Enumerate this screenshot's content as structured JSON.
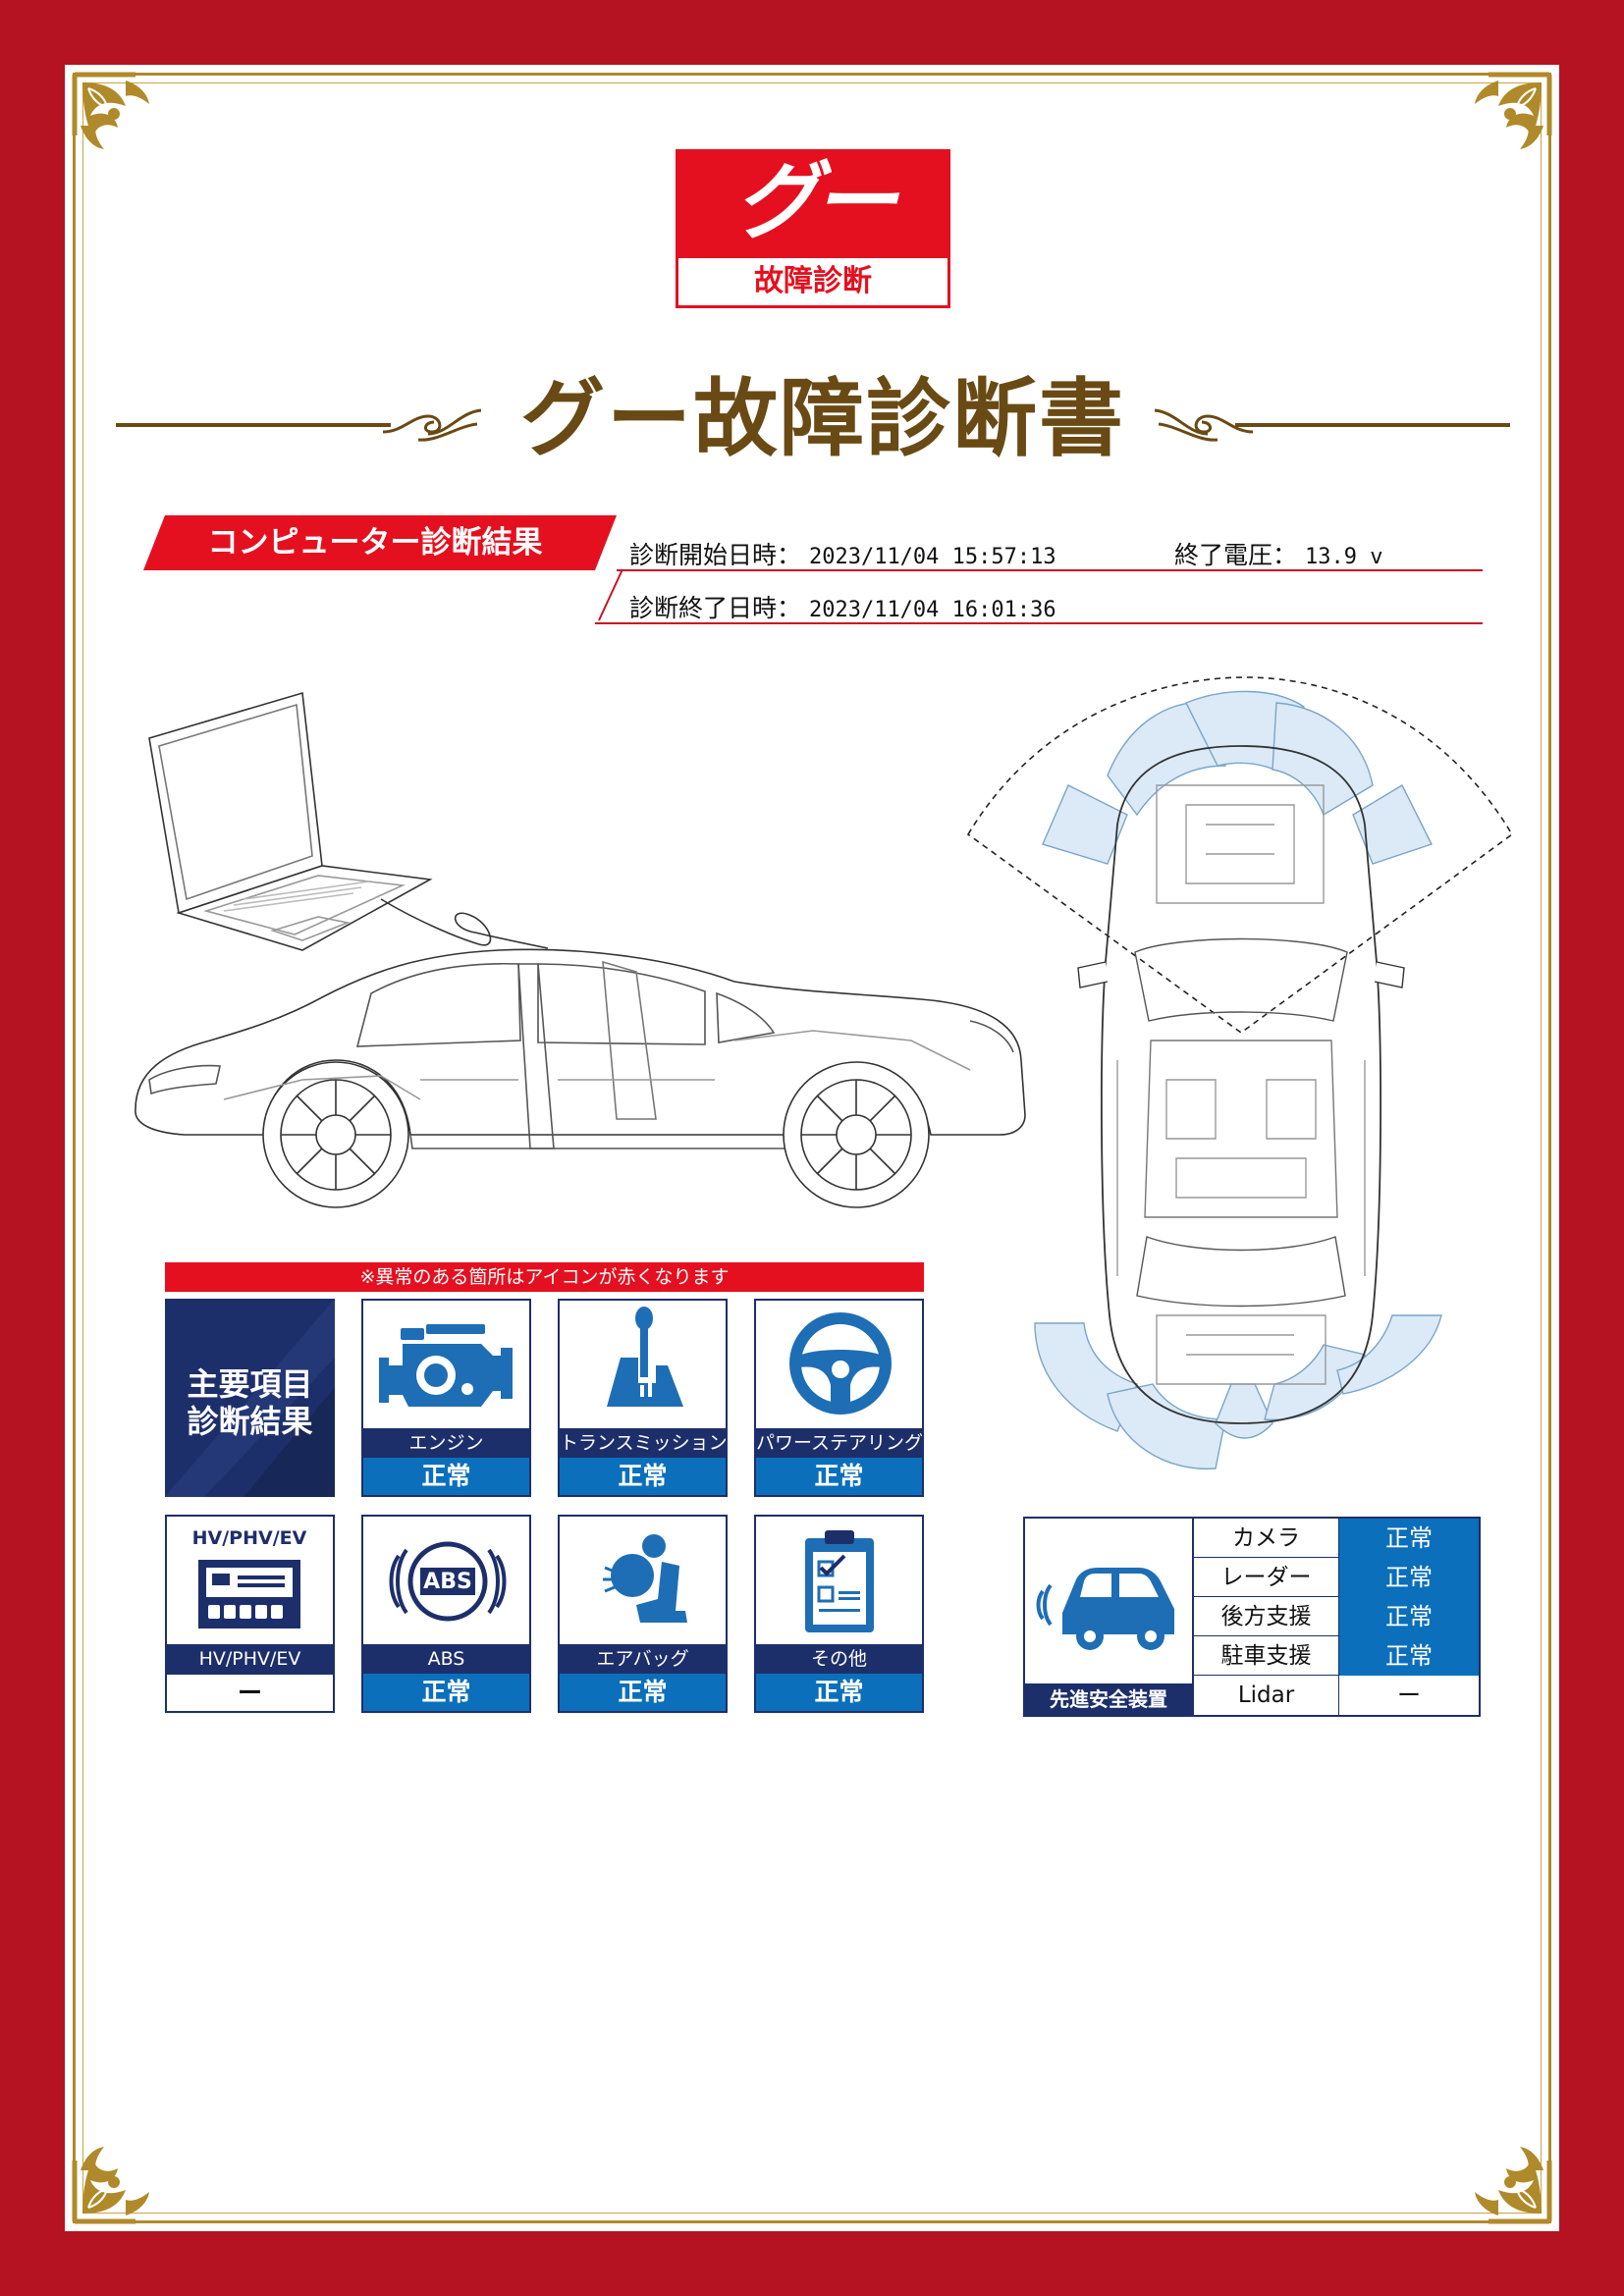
{
  "logo": {
    "mark": "グー",
    "subtitle": "故障診断"
  },
  "title": "グー故障診断書",
  "result_header": "コンピューター診断結果",
  "diagnosis": {
    "start_label": "診断開始日時：",
    "start_value": "2023/11/04 15:57:13",
    "voltage_label": "終了電圧：",
    "voltage_value": "13.9 v",
    "end_label": "診断終了日時：",
    "end_value": "2023/11/04 16:01:36"
  },
  "notice": "※異常のある箇所はアイコンが赤くなります",
  "main_items_label_line1": "主要項目",
  "main_items_label_line2": "診断結果",
  "items": [
    {
      "label": "エンジン",
      "status": "正常",
      "icon": "engine-icon"
    },
    {
      "label": "トランスミッション",
      "status": "正常",
      "icon": "gear-shift-icon"
    },
    {
      "label": "パワーステアリング",
      "status": "正常",
      "icon": "steering-wheel-icon"
    },
    {
      "label": "HV/PHV/EV",
      "status": "ー",
      "icon": "battery-icon",
      "icon_caption": "HV/PHV/EV"
    },
    {
      "label": "ABS",
      "status": "正常",
      "icon": "abs-icon",
      "icon_caption": "ABS"
    },
    {
      "label": "エアバッグ",
      "status": "正常",
      "icon": "airbag-icon"
    },
    {
      "label": "その他",
      "status": "正常",
      "icon": "checklist-icon"
    }
  ],
  "adas": {
    "label": "先進安全装置",
    "rows": [
      {
        "name": "カメラ",
        "status": "正常"
      },
      {
        "name": "レーダー",
        "status": "正常"
      },
      {
        "name": "後方支援",
        "status": "正常"
      },
      {
        "name": "駐車支援",
        "status": "正常"
      },
      {
        "name": "Lidar",
        "status": "ー"
      }
    ]
  },
  "colors": {
    "frame_red": "#b51321",
    "brand_red": "#e5101f",
    "gold": "#b08a2a",
    "title_brown": "#6a4a14",
    "navy": "#1d2f6b",
    "status_blue": "#0c6fbb"
  }
}
